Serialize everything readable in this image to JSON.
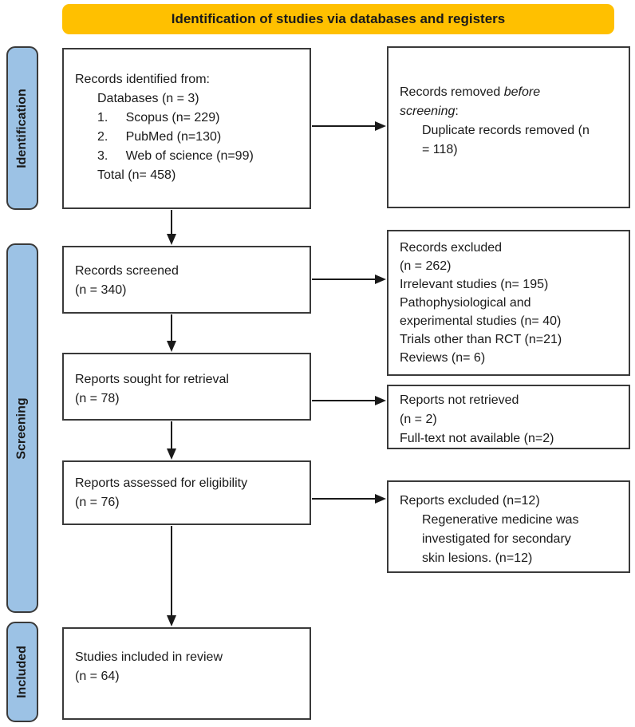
{
  "banner": {
    "title": "Identification of studies via databases and registers"
  },
  "sidebar": {
    "identification": "Identification",
    "screening": "Screening",
    "included": "Included"
  },
  "colors": {
    "banner_bg": "#FFC000",
    "sidebar_bg": "#9CC2E5",
    "box_border": "#3A3A3A",
    "arrow": "#1A1A1A"
  },
  "boxes": {
    "records_identified": {
      "lines": [
        "Records identified from:",
        "Databases (n = 3)",
        "1.     Scopus (n= 229)",
        "2.     PubMed (n=130)",
        "3.     Web of science (n=99)",
        "Total (n= 458)"
      ]
    },
    "records_removed": {
      "normal1": "Records removed ",
      "it1": "before",
      "it2": "screening",
      "normal2": ":",
      "lines": [
        "Duplicate records removed (n",
        "= 118)"
      ]
    },
    "records_screened": {
      "lines": [
        "Records screened",
        "(n = 340)"
      ]
    },
    "records_excluded": {
      "lines": [
        "Records excluded",
        "(n = 262)",
        "Irrelevant studies (n= 195)",
        "Pathophysiological and",
        "experimental studies (n= 40)",
        "Trials other than RCT (n=21)",
        "Reviews (n= 6)"
      ]
    },
    "reports_sought": {
      "lines": [
        "Reports sought for retrieval",
        "(n = 78)"
      ]
    },
    "reports_not_retrieved": {
      "lines": [
        "Reports not retrieved",
        "(n = 2)",
        "Full-text not available (n=2)"
      ]
    },
    "reports_assessed": {
      "lines": [
        "Reports assessed for eligibility",
        "(n = 76)"
      ]
    },
    "reports_excluded": {
      "lines": [
        "Reports excluded (n=12)",
        "Regenerative medicine was",
        "investigated for secondary",
        "skin lesions. (n=12)"
      ]
    },
    "studies_included": {
      "lines": [
        "Studies included in review",
        "(n = 64)"
      ]
    }
  }
}
